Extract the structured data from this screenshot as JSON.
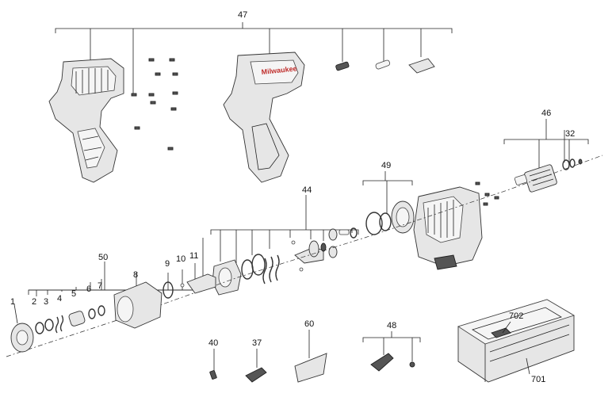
{
  "callouts": {
    "c47": "47",
    "c46": "46",
    "c32": "32",
    "c49": "49",
    "c44": "44",
    "c50": "50",
    "c1": "1",
    "c2": "2",
    "c3": "3",
    "c4": "4",
    "c5": "5",
    "c6": "6",
    "c7": "7",
    "c8": "8",
    "c9": "9",
    "c10": "10",
    "c11": "11",
    "c40": "40",
    "c37": "37",
    "c60": "60",
    "c48": "48",
    "c702": "702",
    "c701": "701"
  },
  "housing_logo_text": "Milwaukee"
}
